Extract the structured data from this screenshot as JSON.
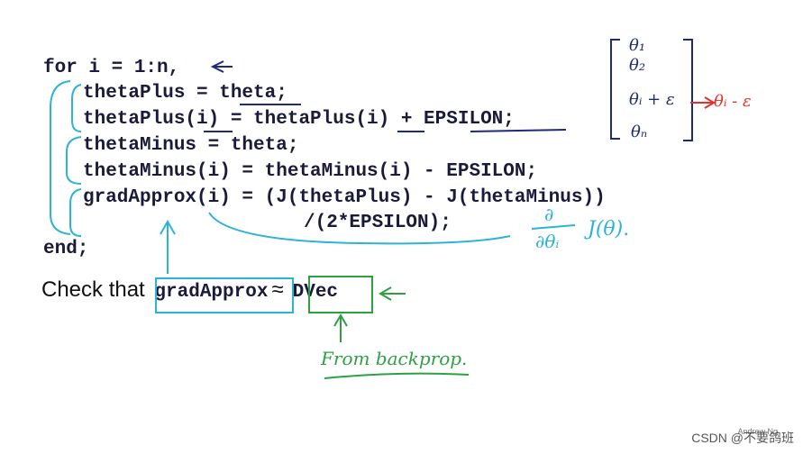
{
  "code": {
    "line1": "for i = 1:n,",
    "line2": "thetaPlus = theta;",
    "line3": "thetaPlus(i) = thetaPlus(i) + EPSILON;",
    "line4": "thetaMinus = theta;",
    "line5": "thetaMinus(i) = thetaMinus(i) - EPSILON;",
    "line6": "gradApprox(i) = (J(thetaPlus) - J(thetaMinus))",
    "line7": "/(2*EPSILON);",
    "line8": "end;"
  },
  "check": {
    "prefix": "Check that ",
    "grad": "gradApprox",
    "approx": "≈",
    "dvec": "DVec"
  },
  "annotations": {
    "theta_1": "θ₁",
    "theta_2": "θ₂",
    "theta_i": "θᵢ + ε",
    "theta_n": "θₙ",
    "theta_minus": "θᵢ - ε",
    "derivative_num": "∂",
    "derivative_den": "∂θᵢ",
    "derivative_fn": "J(θ).",
    "from_backprop": "From backprop."
  },
  "footer": {
    "attribution": "Andrew Ng",
    "watermark": "CSDN @不要鸽班"
  },
  "colors": {
    "ink_blue": "#2bb4d6",
    "ink_green": "#2ea043",
    "ink_red": "#e0322b",
    "ink_navy": "#1f2a7a",
    "code_text": "#1a1a3a"
  }
}
